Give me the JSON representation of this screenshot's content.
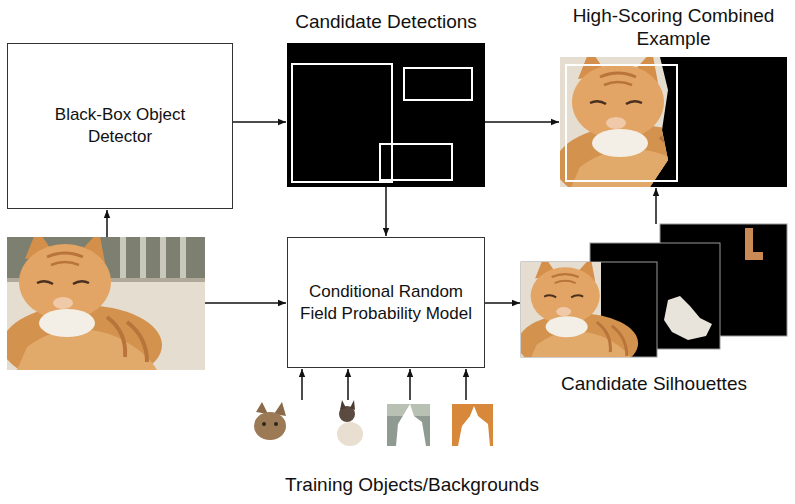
{
  "diagram": {
    "nodes": [
      {
        "text": [
          "Black-Box Object Detector"
        ]
      },
      {
        "text": [
          "Candidate Detections"
        ]
      },
      {
        "text": [
          "High-Scoring Combined Example"
        ]
      },
      {
        "text": [
          "Conditional Random Field Probability Model"
        ]
      },
      {
        "text": [
          "Candidate Silhouettes"
        ]
      },
      {
        "text": [
          "Training Objects/Backgrounds"
        ]
      }
    ],
    "edges": [
      {
        "from": 0,
        "to": 1,
        "arrow": "to"
      },
      {
        "from": 1,
        "to": 2,
        "arrow": "to"
      },
      {
        "from": 1,
        "to": 3,
        "arrow": "to"
      },
      {
        "from": 4,
        "to": 2,
        "arrow": "to"
      },
      {
        "from": 3,
        "to": 4,
        "arrow": "to"
      },
      {
        "from": 5,
        "to": 3,
        "arrow": "to"
      }
    ]
  }
}
